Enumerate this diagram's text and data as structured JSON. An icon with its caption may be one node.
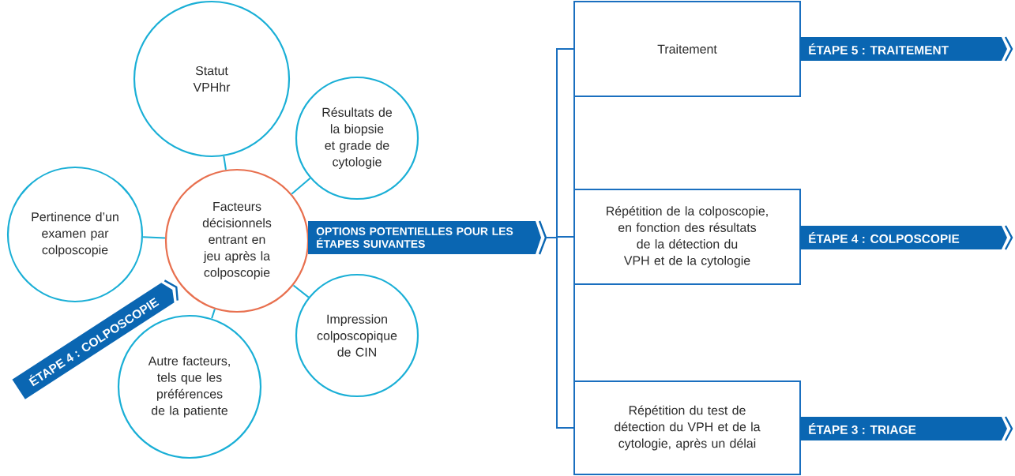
{
  "diagram": {
    "nodes": [
      {
        "text": [
          "Facteurs décisionnels entrant en jeu après la colposcopie"
        ]
      },
      {
        "text": [
          "Statut VPHhr"
        ]
      },
      {
        "text": [
          "Résultats de la biopsie et grade de cytologie"
        ]
      },
      {
        "text": [
          "Pertinence d’un examen par colposcopie"
        ]
      },
      {
        "text": [
          "Impression colposcopique de CIN"
        ]
      },
      {
        "text": [
          "Autre facteurs, tels que les préférences de la patiente"
        ]
      },
      {
        "text": [
          "ÉTAPE 4 : COLPOSCOPIE"
        ]
      },
      {
        "text": [
          "OPTIONS POTENTIELLES POUR LES ÉTAPES SUIVANTES"
        ]
      },
      {
        "text": [
          "Traitement"
        ]
      },
      {
        "text": [
          "ÉTAPE 5 : TRAITEMENT"
        ]
      },
      {
        "text": [
          "Répétition de la colposcopie, en fonction des résultats de la détection du VPH et de la cytologie"
        ]
      },
      {
        "text": [
          "ÉTAPE 4 : COLPOSCOPIE"
        ]
      },
      {
        "text": [
          "Répétition du test de détection du VPH et de la cytologie, après un délai"
        ]
      },
      {
        "text": [
          "ÉTAPE 3 : TRIAGE"
        ]
      }
    ],
    "edges": [
      {
        "from": 0,
        "to": 1,
        "arrow": "none"
      },
      {
        "from": 0,
        "to": 2,
        "arrow": "none"
      },
      {
        "from": 0,
        "to": 3,
        "arrow": "none"
      },
      {
        "from": 0,
        "to": 4,
        "arrow": "none"
      },
      {
        "from": 0,
        "to": 5,
        "arrow": "none"
      },
      {
        "from": 7,
        "to": 8,
        "arrow": "none",
        "color": "#1a6fbf"
      },
      {
        "from": 7,
        "to": 10,
        "arrow": "none",
        "color": "#1a6fbf"
      },
      {
        "from": 7,
        "to": 12,
        "arrow": "none",
        "color": "#1a6fbf"
      }
    ]
  }
}
